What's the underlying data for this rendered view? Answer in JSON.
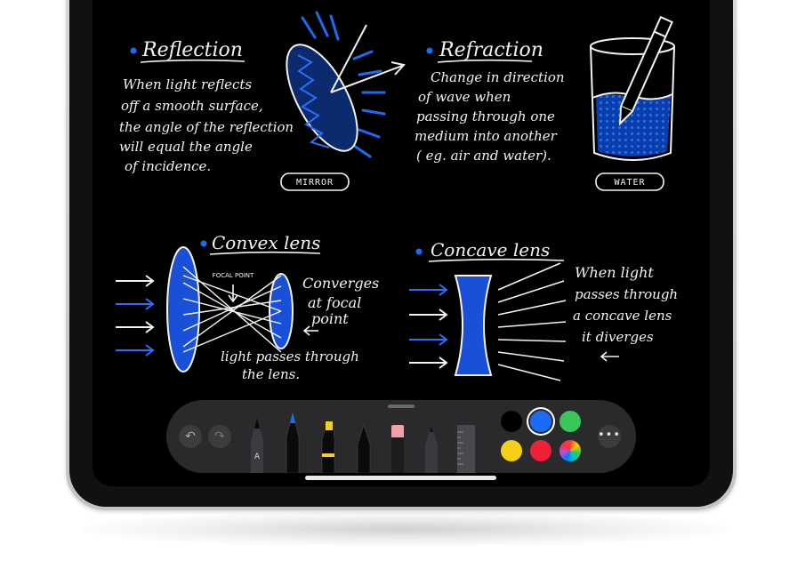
{
  "notes": {
    "reflection": {
      "title": "Reflection",
      "lines": [
        "When light reflects",
        "off a smooth surface,",
        "the angle of the reflection",
        "will equal the angle",
        "of incidence."
      ],
      "tag": "MIRROR"
    },
    "refraction": {
      "title": "Refraction",
      "lines": [
        "Change in direction",
        "of wave when",
        "passing through one",
        "medium into another",
        "( eg. air and water)."
      ],
      "tag": "WATER"
    },
    "convex": {
      "title": "Convex lens",
      "focal_label": "FOCAL POINT",
      "side_lines": [
        "Converges",
        "at focal",
        "point"
      ],
      "bottom_lines": [
        "light passes through",
        "the lens."
      ]
    },
    "concave": {
      "title": "Concave lens",
      "side_lines": [
        "When light",
        "passes through",
        "a concave lens",
        "it diverges"
      ]
    }
  },
  "toolbar": {
    "undo_icon": "undo-icon",
    "redo_icon": "redo-icon",
    "tools": [
      "pen-icon",
      "marker-icon",
      "highlighter-icon",
      "fountain-pen-icon",
      "eraser-icon",
      "pencil-icon",
      "ruler-icon"
    ],
    "pen_letter": "A",
    "colors": [
      {
        "name": "black",
        "hex": "#000000",
        "selected": false
      },
      {
        "name": "blue",
        "hex": "#1a6cf5",
        "selected": true
      },
      {
        "name": "green",
        "hex": "#3ac75a",
        "selected": false
      },
      {
        "name": "yellow",
        "hex": "#f5d016",
        "selected": false
      },
      {
        "name": "red",
        "hex": "#ee1f36",
        "selected": false
      },
      {
        "name": "multicolor",
        "hex": "#b45ff5",
        "selected": false
      }
    ],
    "more_glyph": "•••"
  },
  "colors": {
    "ink": "#f3f3f3",
    "accent_blue": "#1a6cf5",
    "screen": "#000000"
  }
}
